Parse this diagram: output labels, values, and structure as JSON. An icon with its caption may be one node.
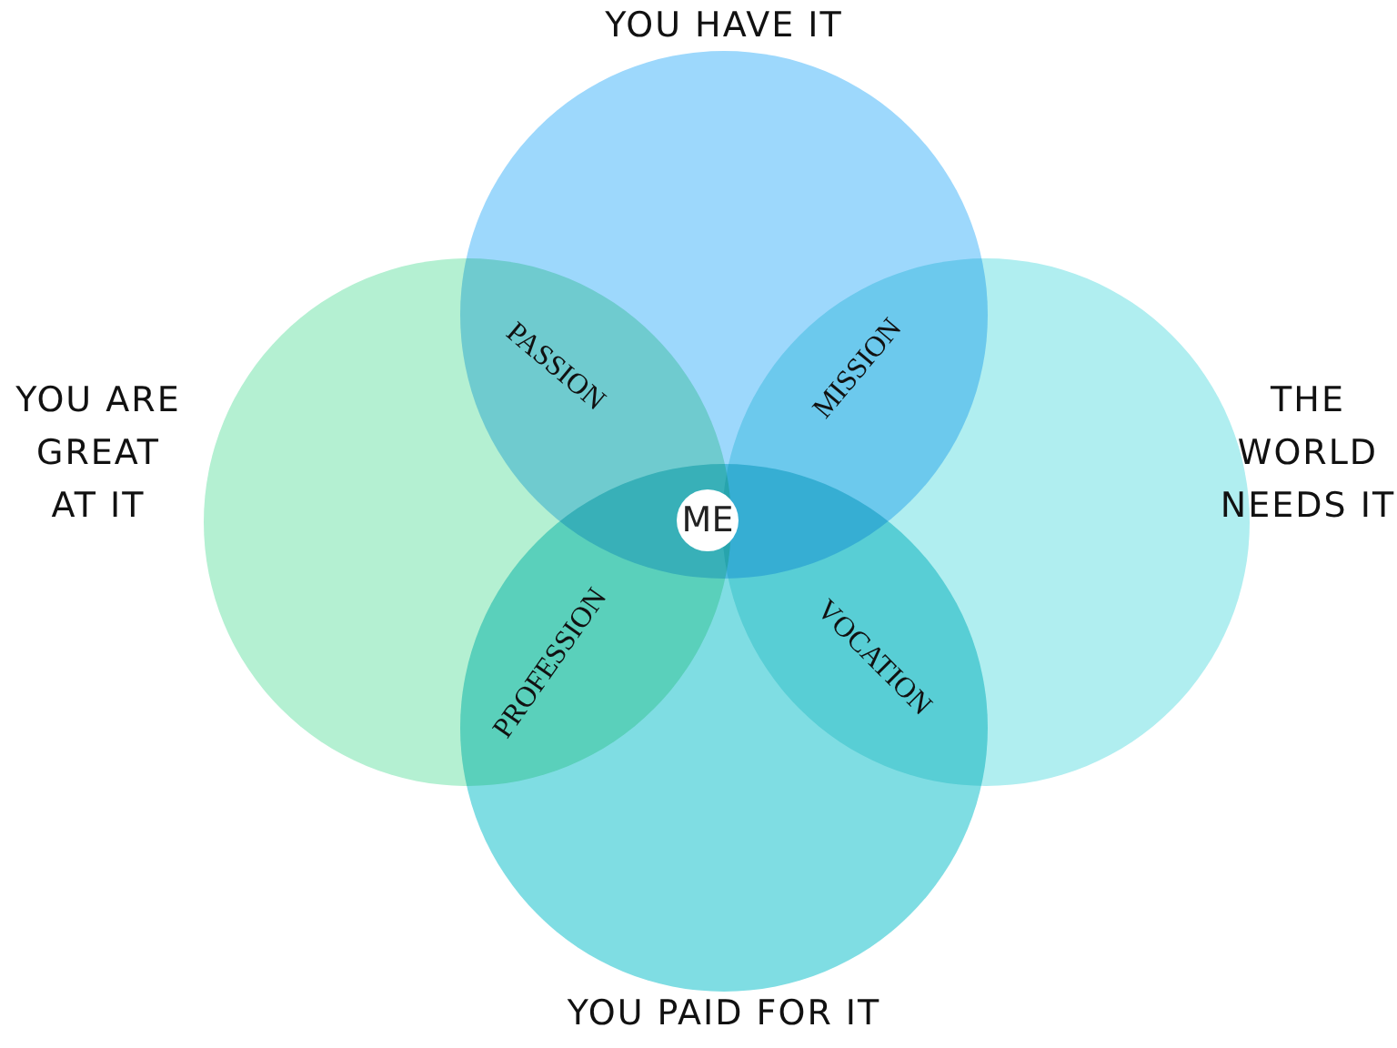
{
  "diagram": {
    "nodes": [
      {
        "text": [
          "YOU HAVE IT"
        ]
      },
      {
        "text": [
          "YOU ARE GREAT AT IT"
        ]
      },
      {
        "text": [
          "THE WORLD NEEDS IT"
        ]
      },
      {
        "text": [
          "YOU PAID FOR IT"
        ]
      },
      {
        "text": [
          "ME"
        ]
      }
    ],
    "edges": [],
    "labels": [
      "PASSION",
      "MISSION",
      "PROFESSION",
      "VOCATION"
    ]
  }
}
